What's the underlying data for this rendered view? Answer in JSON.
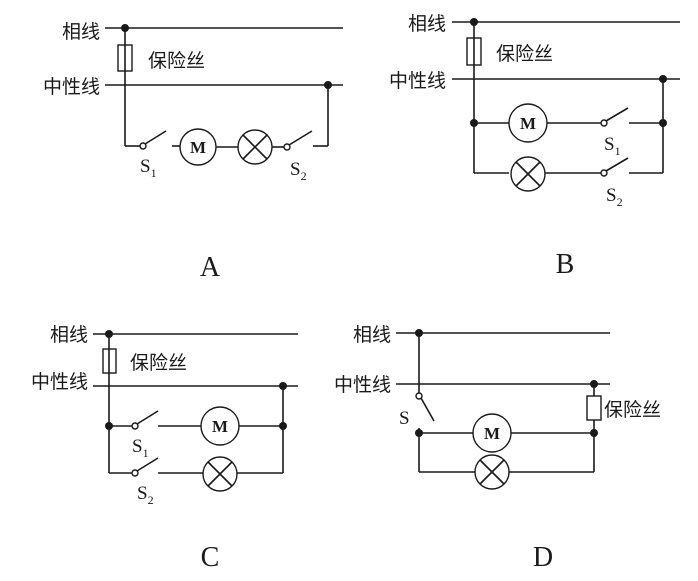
{
  "labels": {
    "phase_line": "相线",
    "neutral_line": "中性线",
    "fuse": "保险丝",
    "motor": "M"
  },
  "switches": {
    "s": "S",
    "s1_sub": "1",
    "s2_sub": "2"
  },
  "options": [
    {
      "caption": "A",
      "description": "S1, motor, lamp, S2 all in series between phase (via fuse) and neutral"
    },
    {
      "caption": "B",
      "description": "Motor with S1 and lamp with S2 in parallel branches; switches on neutral side"
    },
    {
      "caption": "C",
      "description": "S1 with motor and S2 with lamp in parallel branches; switches on phase side"
    },
    {
      "caption": "D",
      "description": "Single switch S on phase side; motor and lamp in parallel; fuse on neutral line"
    }
  ]
}
